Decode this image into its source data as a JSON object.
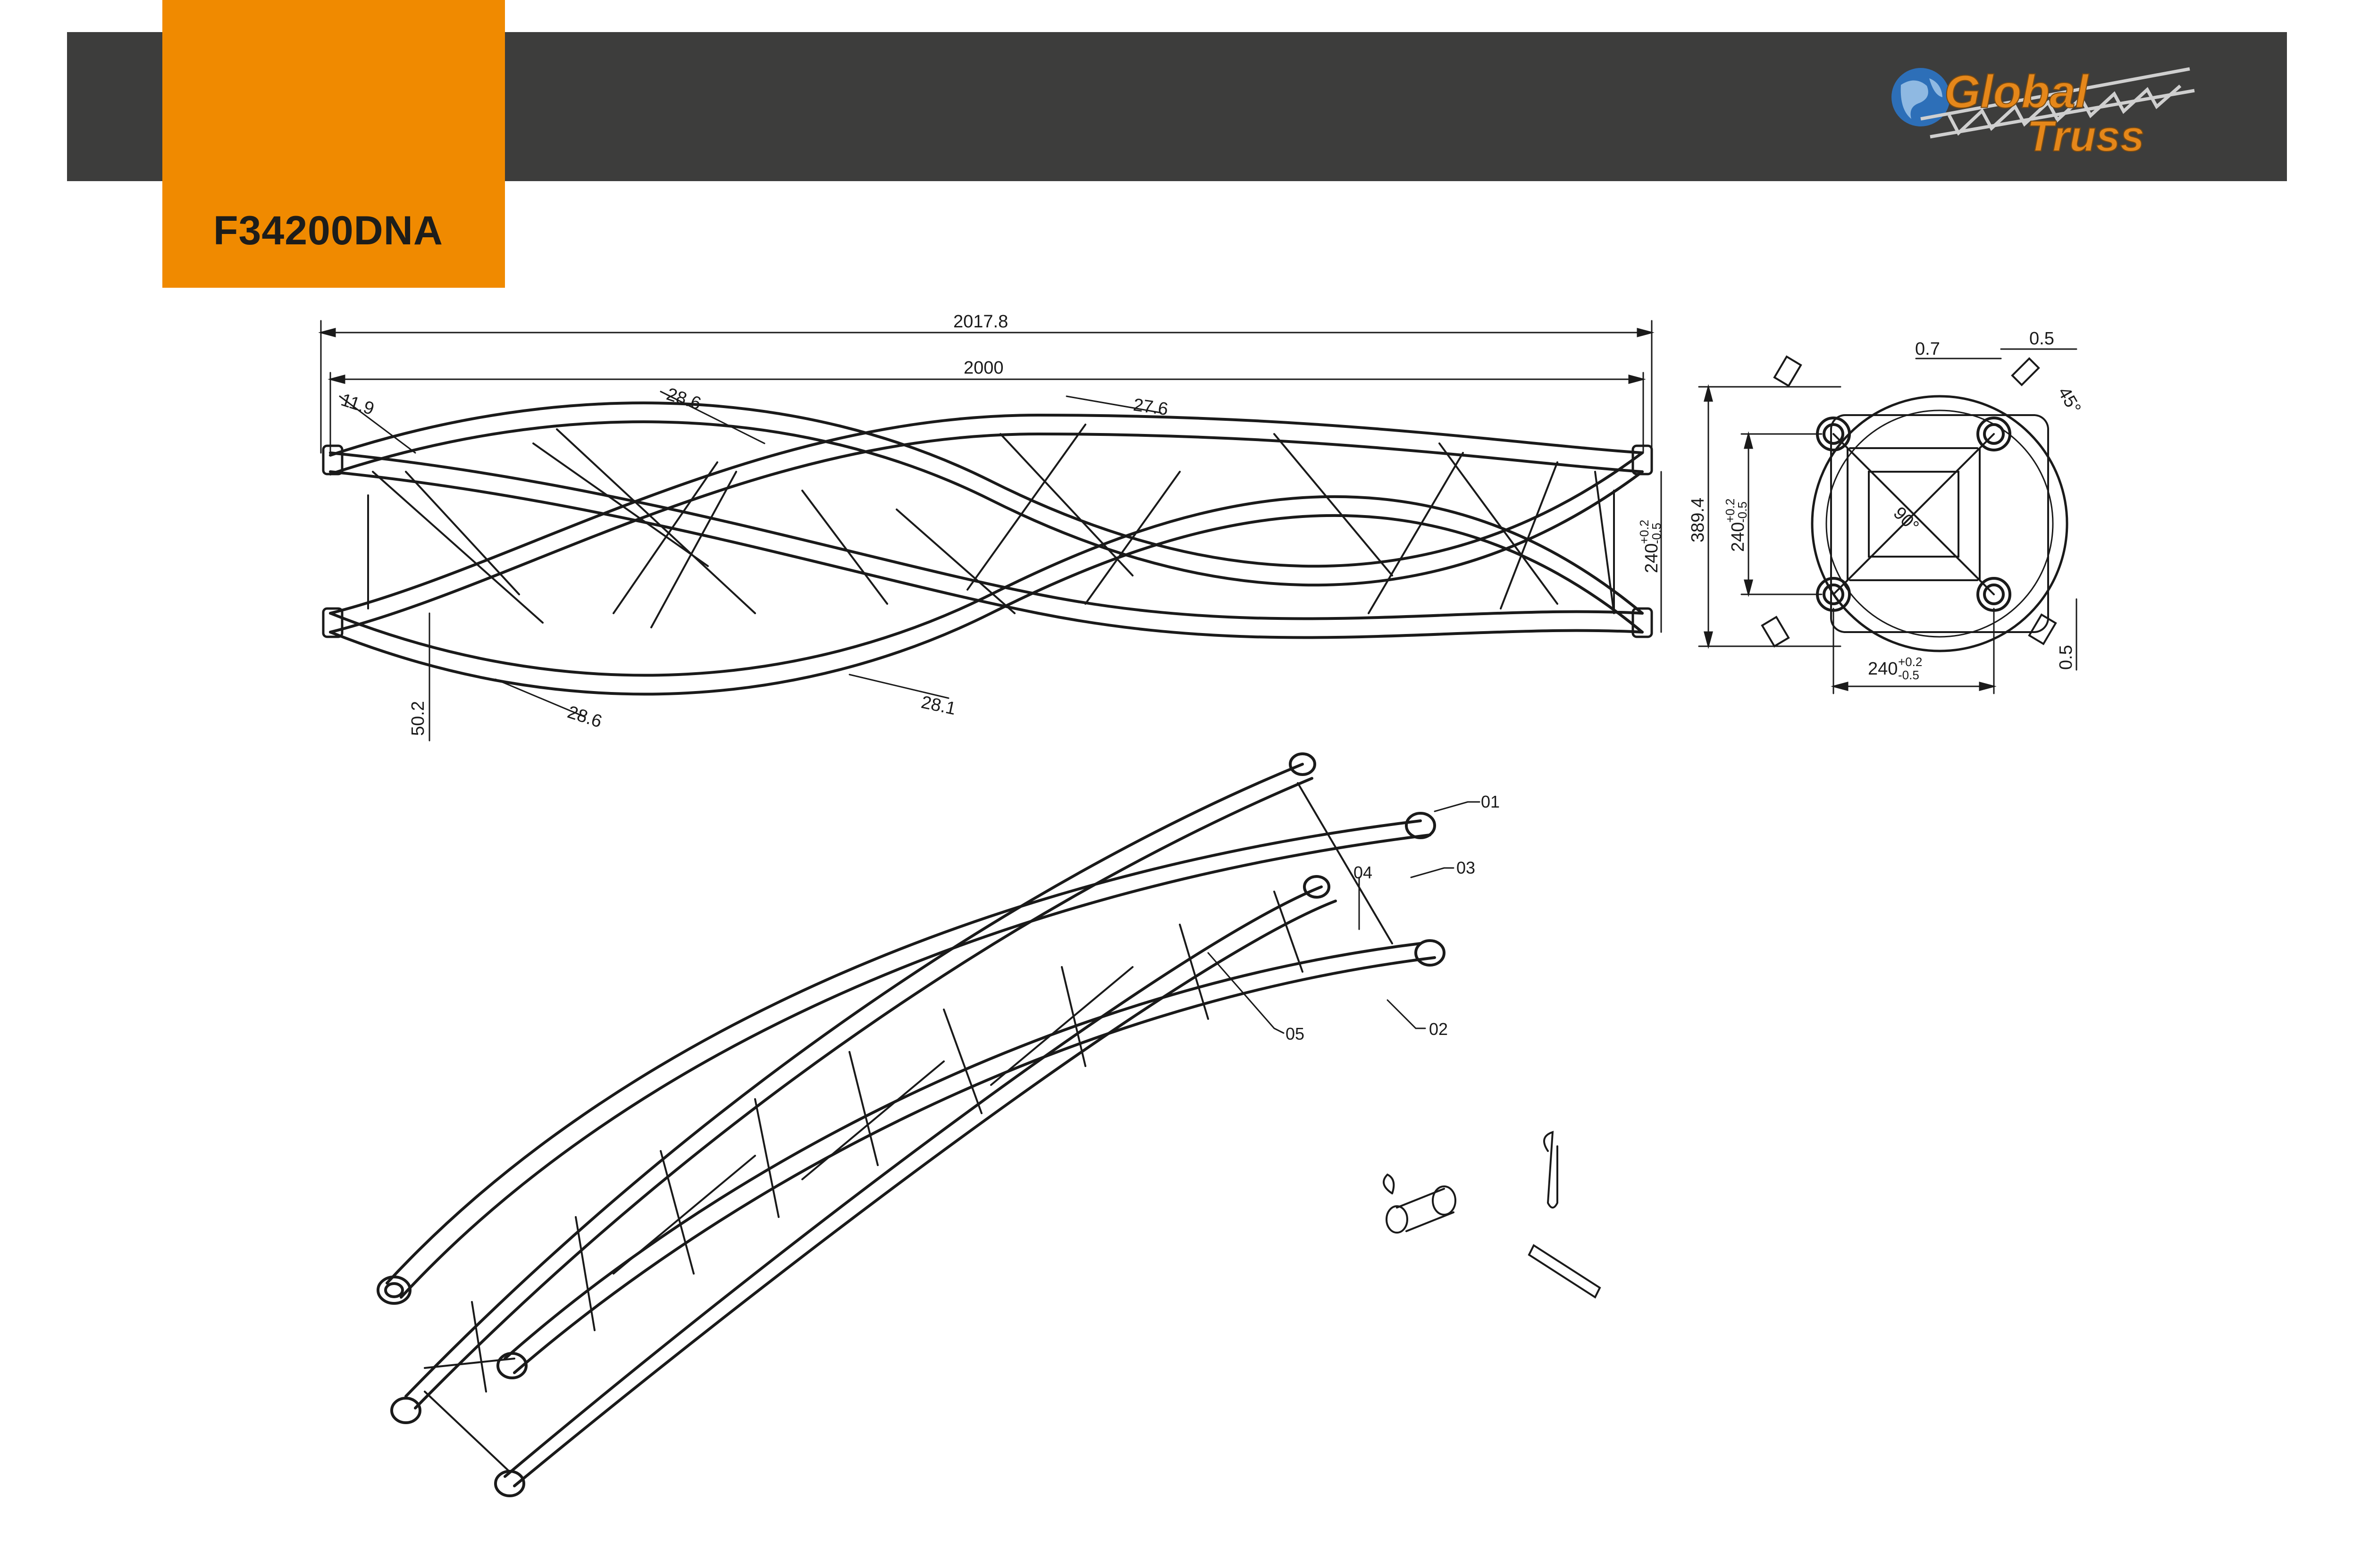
{
  "header": {
    "model_code": "F34200DNA",
    "brand_line1": "Global",
    "brand_line2": "Truss",
    "brand_icon": "globe-truss-logo",
    "bar_color": "#3d3d3c",
    "tab_color": "#f08a00"
  },
  "side_view": {
    "dim_overall": "2017.8",
    "dim_length": "2000",
    "dim_end_offset": "11.9",
    "dim_tube_top_left": "28.6",
    "dim_tube_top_mid": "27.6",
    "dim_brace_offset": "50.2",
    "dim_tube_bottom_left": "28.6",
    "dim_tube_bottom_mid": "28.1",
    "dim_chord_spacing": "240",
    "dim_chord_spacing_tol_plus": "+0.2",
    "dim_chord_spacing_tol_minus": "-0.5"
  },
  "end_view": {
    "dim_top_gap": "0.7",
    "dim_top_right": "0.5",
    "dim_angle": "45°",
    "dim_overall_height": "389.4",
    "dim_height": "240",
    "dim_height_tol_plus": "+0.2",
    "dim_height_tol_minus": "-0.5",
    "dim_width": "240",
    "dim_width_tol_plus": "+0.2",
    "dim_width_tol_minus": "-0.5",
    "dim_right_gap": "0.5",
    "dim_center_angle": "90°"
  },
  "iso_view": {
    "callouts": [
      "01",
      "02",
      "03",
      "04",
      "05"
    ]
  }
}
